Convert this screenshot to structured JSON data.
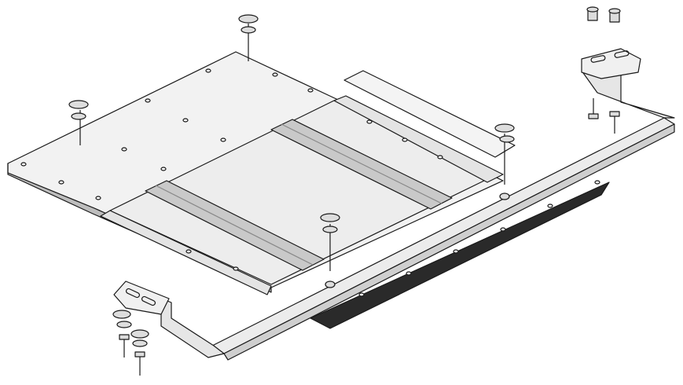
{
  "colors": {
    "background": "#ffffff",
    "plate": "#f2f2f2",
    "plate_shade": "#e2e2e2",
    "rib": "#c8c8c8",
    "edge": "#1a1a1a",
    "dark": "#2a2a2a",
    "frame": "#ececec"
  },
  "bolts": [
    {
      "id": "bolt-top-center"
    },
    {
      "id": "bolt-left"
    },
    {
      "id": "bolt-right-center"
    },
    {
      "id": "bolt-center"
    },
    {
      "id": "bolt-bottom-left-1"
    },
    {
      "id": "bolt-bottom-left-2"
    },
    {
      "id": "bolt-right-1"
    },
    {
      "id": "bolt-right-2"
    }
  ]
}
